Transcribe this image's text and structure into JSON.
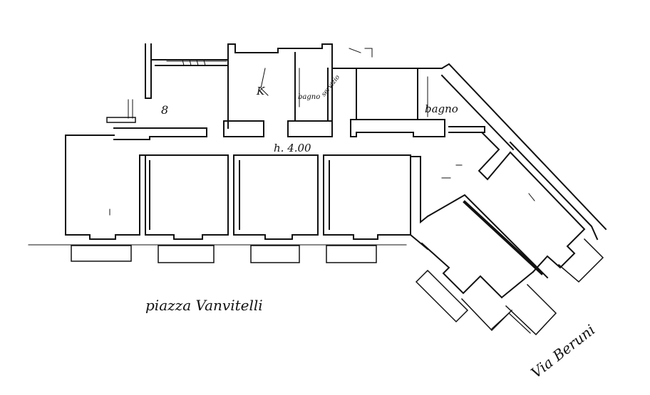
{
  "labels": {
    "kitchen": "K",
    "bathroom": "bagno",
    "service_bath": "bagno",
    "service_label": "servizio",
    "ceiling_height": "h. 4.00",
    "scale_mark": "8",
    "square": "piazza Vanvitelli",
    "street": "Via Beruni"
  },
  "colors": {
    "ink": "#111111",
    "paper": "#ffffff"
  }
}
